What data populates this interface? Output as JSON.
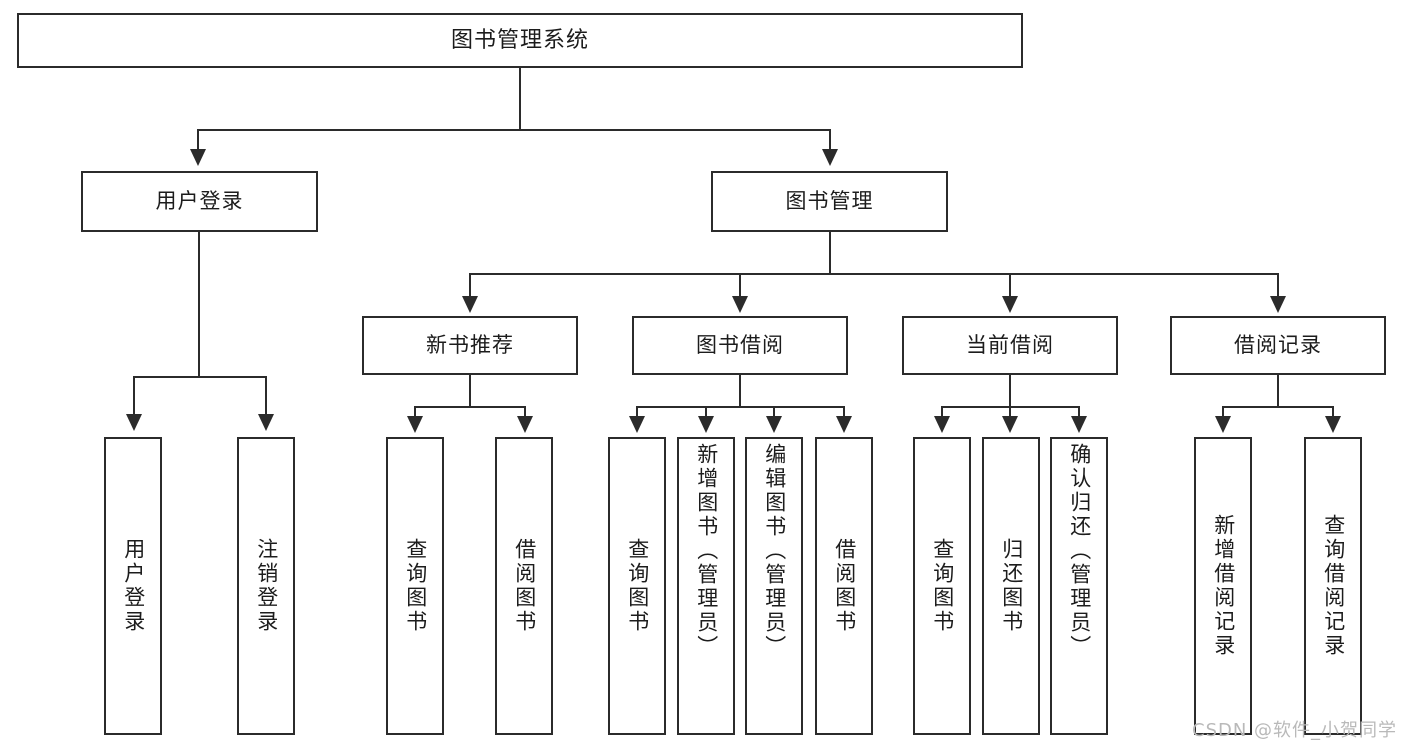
{
  "diagram": {
    "title": "图书管理系统",
    "type": "tree",
    "watermark": "CSDN @软件_小贺同学",
    "line_color": "#2b2b2b",
    "box_fill": "#ffffff",
    "text_color": "#1c1c1c",
    "watermark_color": "#b9b9b9"
  },
  "root": {
    "label": "图书管理系统"
  },
  "level2": [
    {
      "label": "用户登录"
    },
    {
      "label": "图书管理"
    }
  ],
  "level3": [
    {
      "label": "新书推荐"
    },
    {
      "label": "图书借阅"
    },
    {
      "label": "当前借阅"
    },
    {
      "label": "借阅记录"
    }
  ],
  "leaves": {
    "user_login": [
      {
        "label": "用户登录"
      },
      {
        "label": "注销登录"
      }
    ],
    "new_book": [
      {
        "label": "查询图书"
      },
      {
        "label": "借阅图书"
      }
    ],
    "book_borrow": [
      {
        "label": "查询图书"
      },
      {
        "label": "新增图书（管理员）"
      },
      {
        "label": "编辑图书（管理员）"
      },
      {
        "label": "借阅图书"
      }
    ],
    "current_borrow": [
      {
        "label": "查询图书"
      },
      {
        "label": "归还图书"
      },
      {
        "label": "确认归还（管理员）"
      }
    ],
    "borrow_record": [
      {
        "label": "新增借阅记录"
      },
      {
        "label": "查询借阅记录"
      }
    ]
  }
}
